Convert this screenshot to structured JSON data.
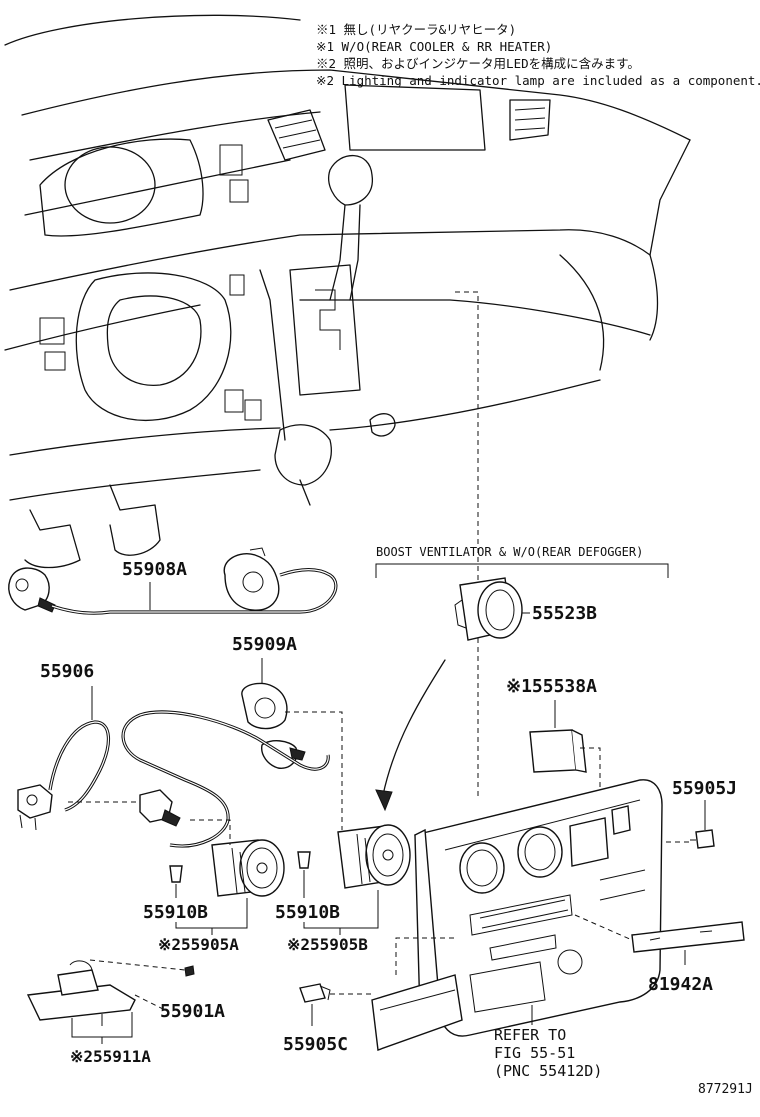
{
  "notes": [
    "※1 無し(リヤクーラ&リヤヒータ)",
    "※1 W/O(REAR COOLER & RR HEATER)",
    "※2 照明、およびインジケータ用LEDを構成に含みます。",
    "※2 Lighting and indicator lamp are included as a component."
  ],
  "section_header": "BOOST VENTILATOR & W/O(REAR DEFOGGER)",
  "callouts": {
    "p55908A": "55908A",
    "p55909A": "55909A",
    "p55906": "55906",
    "p55523B": "55523B",
    "p55538A": "※155538A",
    "p55905J": "55905J",
    "p55910B_left": "55910B",
    "p55910B_right": "55910B",
    "p55905A": "※255905A",
    "p55905B": "※255905B",
    "p55901A": "55901A",
    "p55911A": "※255911A",
    "p55905C": "55905C",
    "p81942A": "81942A"
  },
  "refer": {
    "line1": "REFER TO",
    "line2": "FIG 55-51",
    "line3": "(PNC 55412D)"
  },
  "figure_id": "877291J",
  "icons": [
    "dashboard-illustration",
    "heater-control-panel",
    "control-cable",
    "rotary-switch",
    "push-switch"
  ]
}
